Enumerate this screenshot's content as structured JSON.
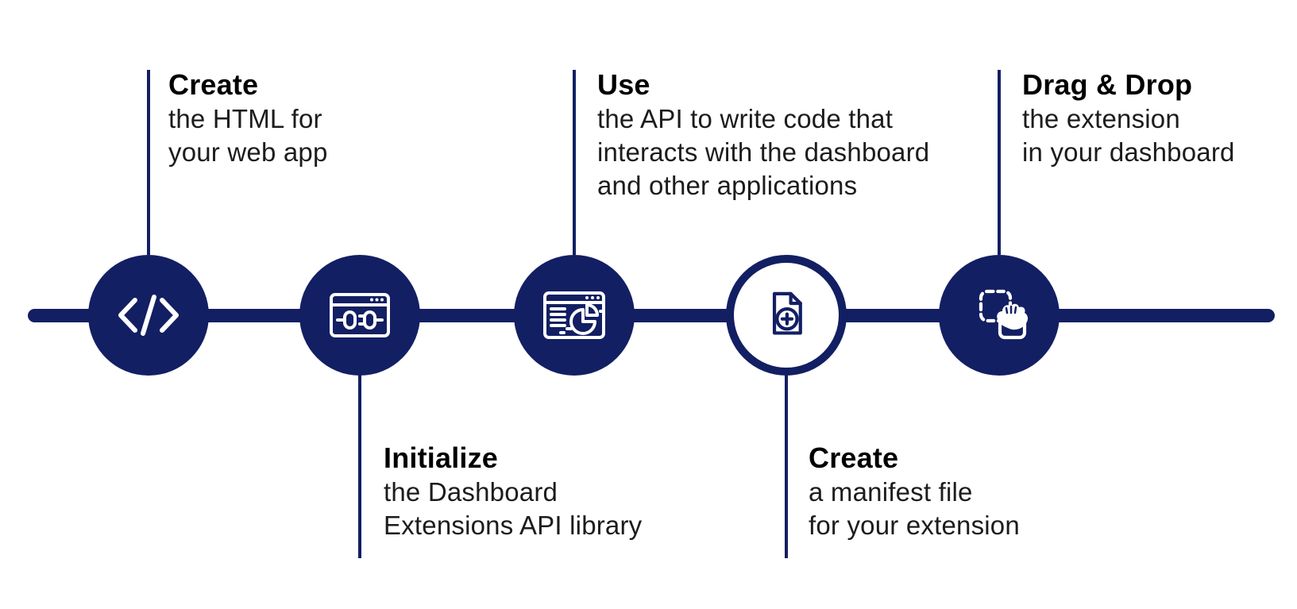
{
  "palette": {
    "navy": "#131F63",
    "background": "#ffffff",
    "title_text": "#000000",
    "body_text": "#1c1c1c",
    "icon_on_dark": "#ffffff"
  },
  "diagram": {
    "kind": "horizontal-process-timeline",
    "step_count": 5
  },
  "steps": [
    {
      "id": "create-html",
      "title": "Create",
      "lines": [
        "the HTML for",
        "your web app"
      ],
      "icon": "code-icon",
      "label_position": "top",
      "circle_style": "filled"
    },
    {
      "id": "initialize-library",
      "title": "Initialize",
      "lines": [
        "the Dashboard",
        "Extensions API library"
      ],
      "icon": "plug-browser-icon",
      "label_position": "bottom",
      "circle_style": "filled"
    },
    {
      "id": "use-api",
      "title": "Use",
      "lines": [
        "the API to write code that",
        "interacts with the dashboard",
        "and other applications"
      ],
      "icon": "dashboard-chart-browser-icon",
      "label_position": "top",
      "circle_style": "filled"
    },
    {
      "id": "create-manifest",
      "title": "Create",
      "lines": [
        "a manifest file",
        "for your extension"
      ],
      "icon": "manifest-file-plus-icon",
      "label_position": "bottom",
      "circle_style": "outlined"
    },
    {
      "id": "drag-drop",
      "title": "Drag & Drop",
      "lines": [
        "the extension",
        "in your dashboard"
      ],
      "icon": "drag-drop-hand-icon",
      "label_position": "top",
      "circle_style": "filled"
    }
  ]
}
